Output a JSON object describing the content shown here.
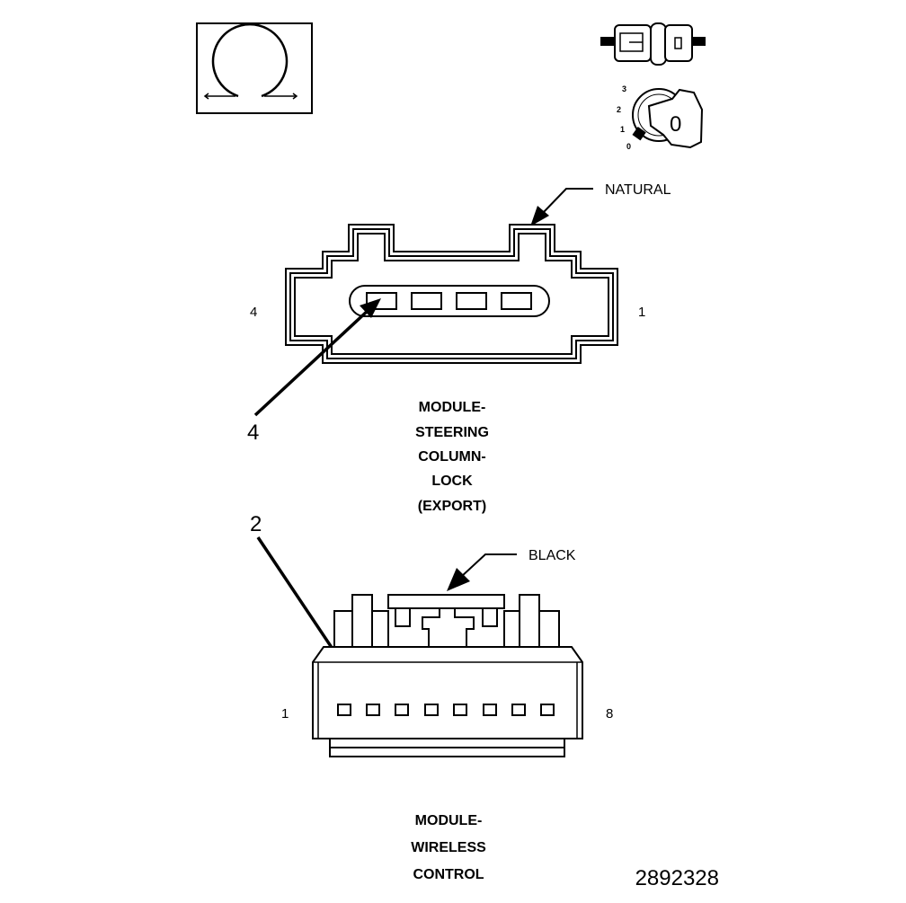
{
  "top_left_symbol": {
    "icon": "connector-view-symbol-icon"
  },
  "top_right_symbols": {
    "icons": [
      "terminal-connector-icon",
      "ignition-key-icon"
    ],
    "key_positions": [
      "3",
      "2",
      "1",
      "0"
    ],
    "key_label": "0"
  },
  "connector_1": {
    "color_label": "NATURAL",
    "pin_left": "4",
    "pin_right": "1",
    "callout": "4",
    "name_lines": [
      "MODULE-",
      "STEERING",
      "COLUMN-",
      "LOCK",
      "(EXPORT)"
    ]
  },
  "connector_2": {
    "color_label": "BLACK",
    "pin_left": "1",
    "pin_right": "8",
    "callout": "2",
    "name_lines": [
      "MODULE-",
      "WIRELESS",
      "CONTROL"
    ]
  },
  "document_id": "2892328"
}
